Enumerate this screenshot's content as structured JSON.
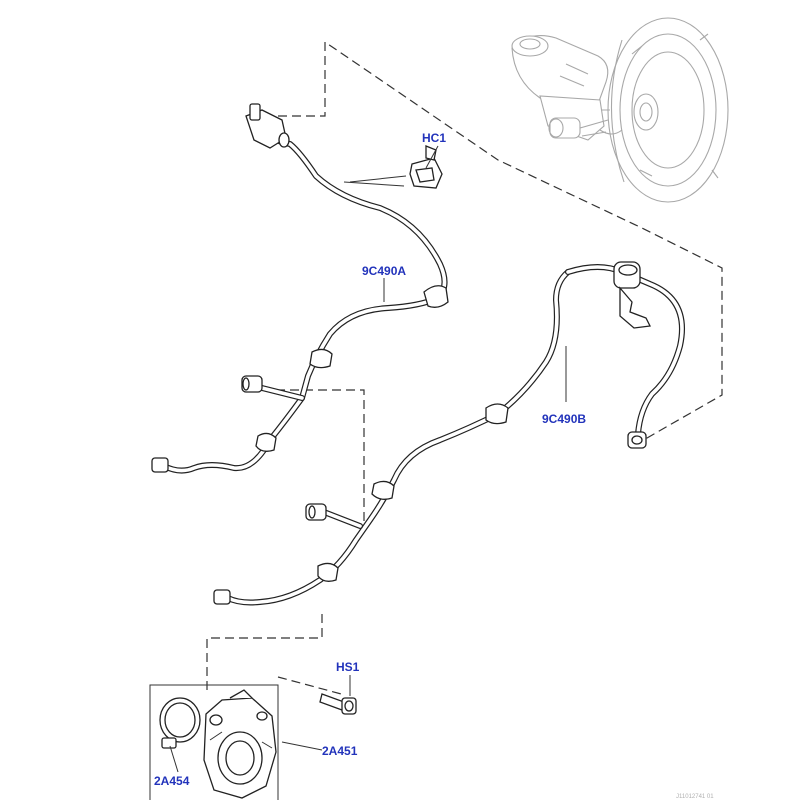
{
  "callouts": {
    "hc1": "HC1",
    "hose_a": "9C490A",
    "hose_b": "9C490B",
    "hs1": "HS1",
    "pump": "2A451",
    "clip": "2A454"
  },
  "reference": "J11012741 01",
  "colors": {
    "label": "#2233bb",
    "line": "#222222",
    "ghost": "#a8a8a8",
    "background": "#ffffff"
  }
}
